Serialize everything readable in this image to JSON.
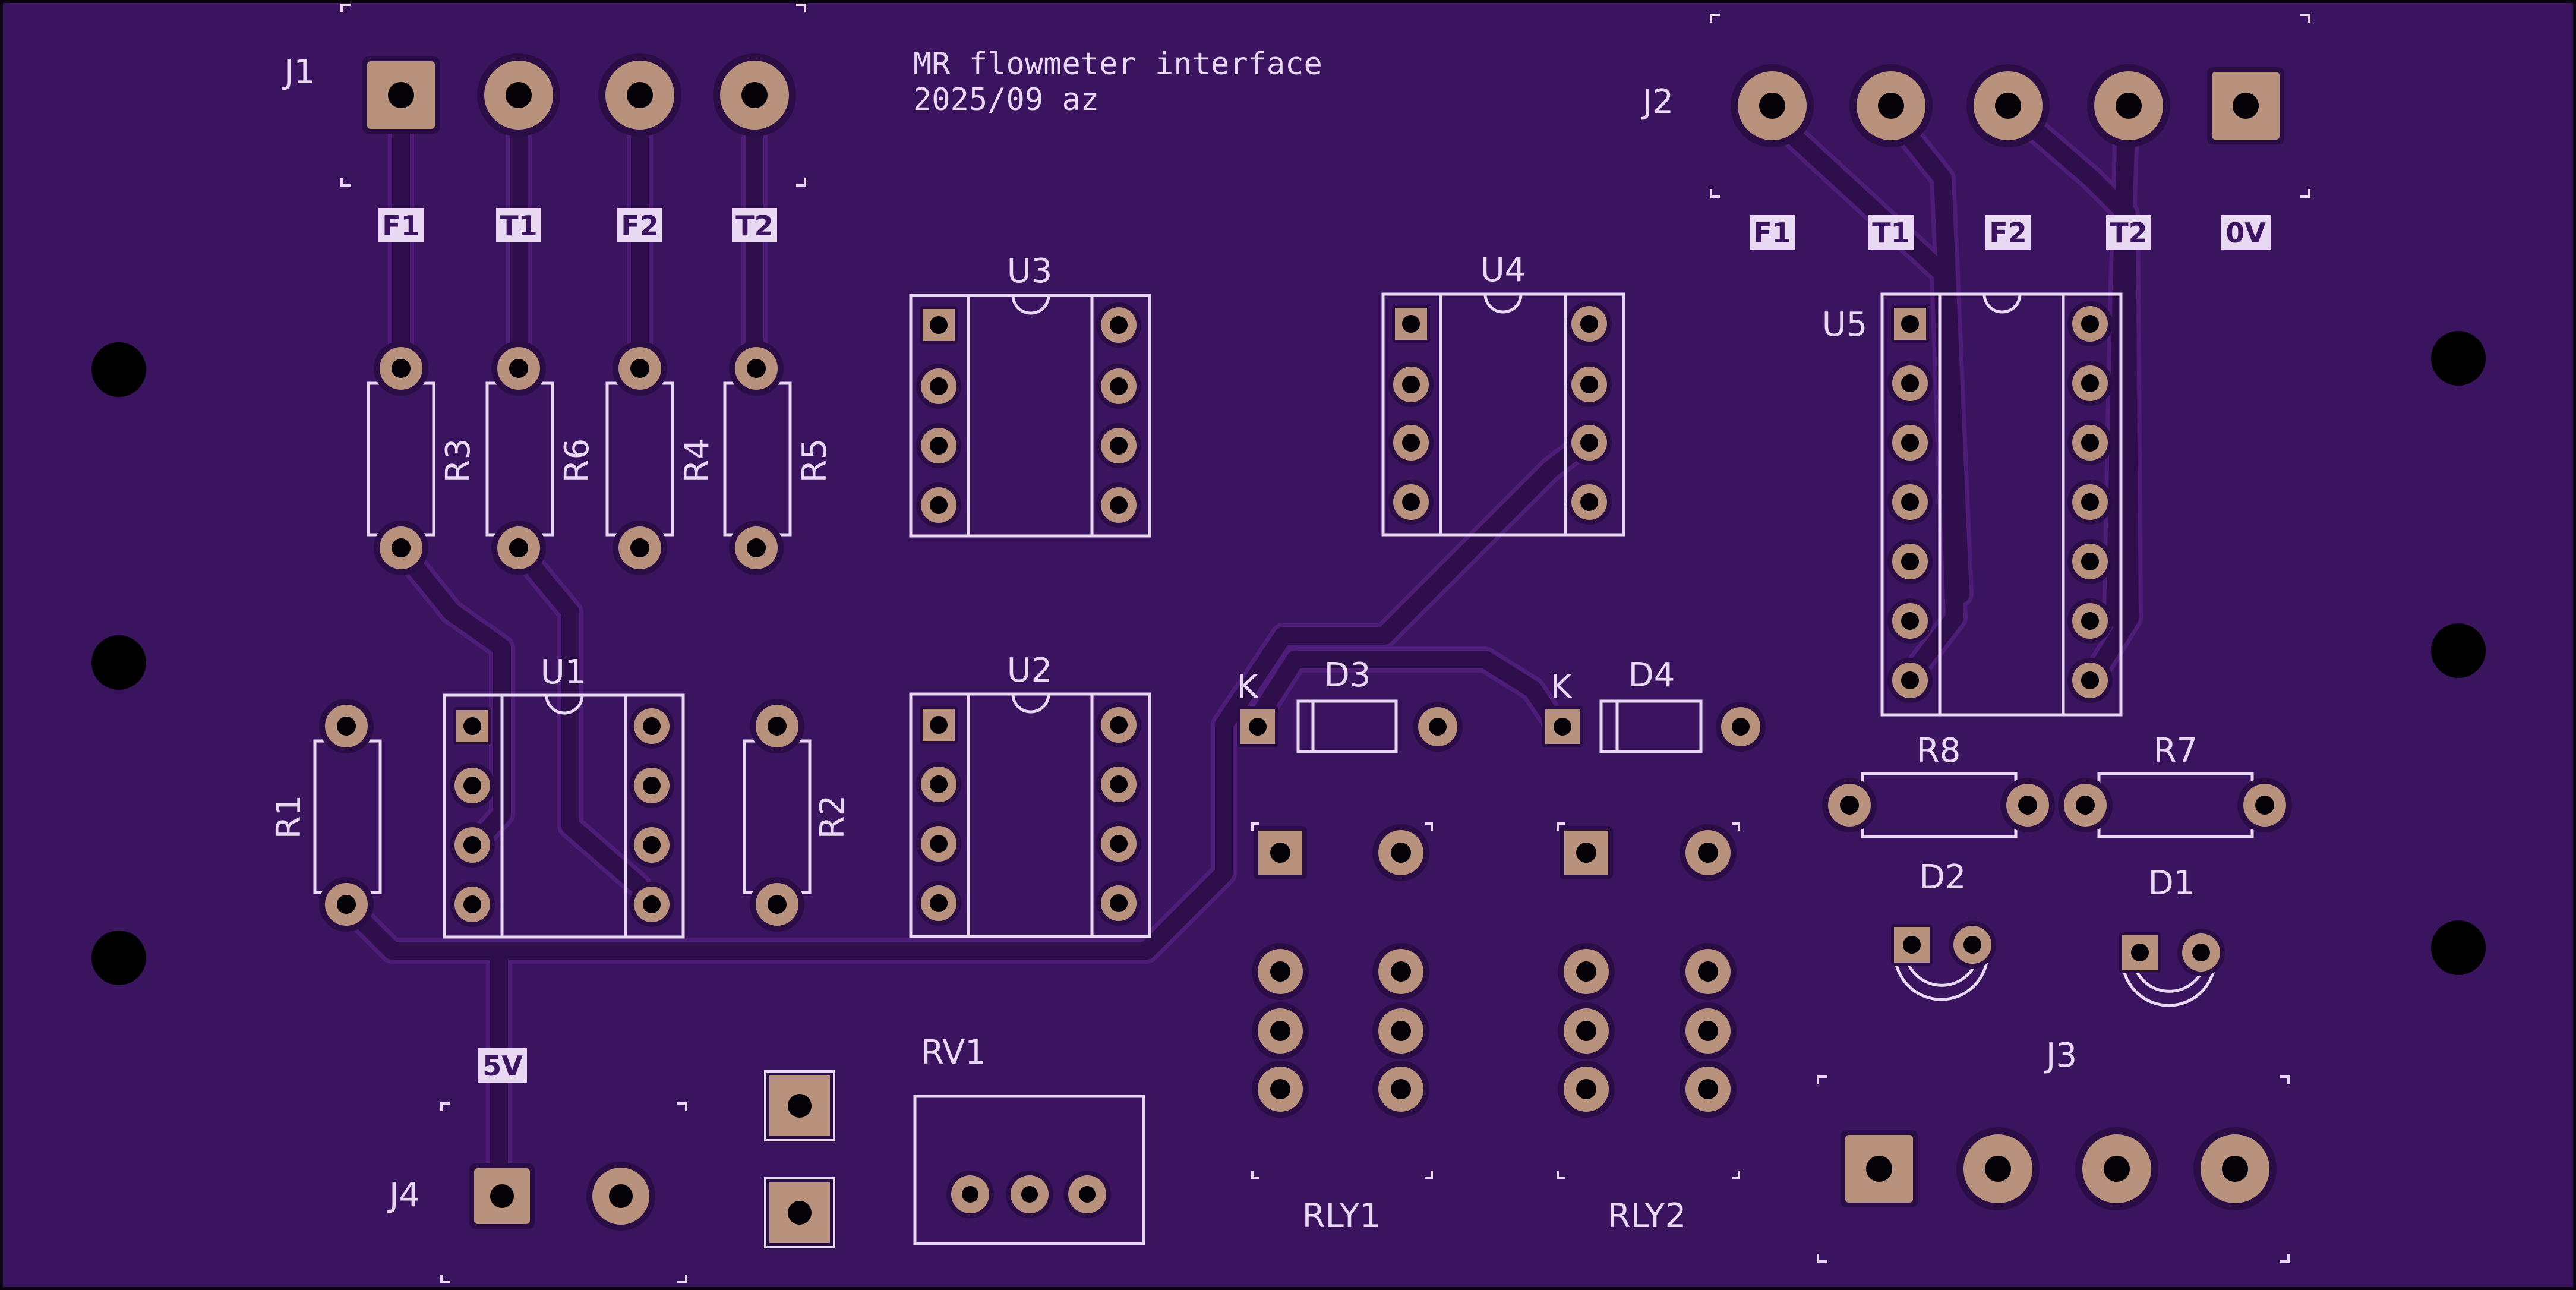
{
  "board": {
    "title_line1": "MR flowmeter interface",
    "title_line2": "2025/09 az",
    "colors": {
      "soldermask": "#3b1460",
      "silkscreen": "#e8d8f2",
      "copper_pad": "#b9927e",
      "trace": "#2e0f4c",
      "drill": "#050208"
    }
  },
  "connectors": {
    "J1": {
      "ref": "J1",
      "pins": [
        "F1",
        "T1",
        "F2",
        "T2"
      ]
    },
    "J2": {
      "ref": "J2",
      "pins": [
        "F1",
        "T1",
        "F2",
        "T2",
        "0V"
      ]
    },
    "J3": {
      "ref": "J3"
    },
    "J4": {
      "ref": "J4",
      "label": "5V"
    }
  },
  "ics": {
    "U1": "U1",
    "U2": "U2",
    "U3": "U3",
    "U4": "U4",
    "U5": "U5"
  },
  "resistors": {
    "R1": "R1",
    "R2": "R2",
    "R3": "R3",
    "R4": "R4",
    "R5": "R5",
    "R6": "R6",
    "R7": "R7",
    "R8": "R8"
  },
  "diodes": {
    "D1": "D1",
    "D2": "D2",
    "D3": "D3",
    "D4": "D4",
    "cathode_mark": "K"
  },
  "relays": {
    "RLY1": "RLY1",
    "RLY2": "RLY2"
  },
  "pot": {
    "RV1": "RV1"
  }
}
